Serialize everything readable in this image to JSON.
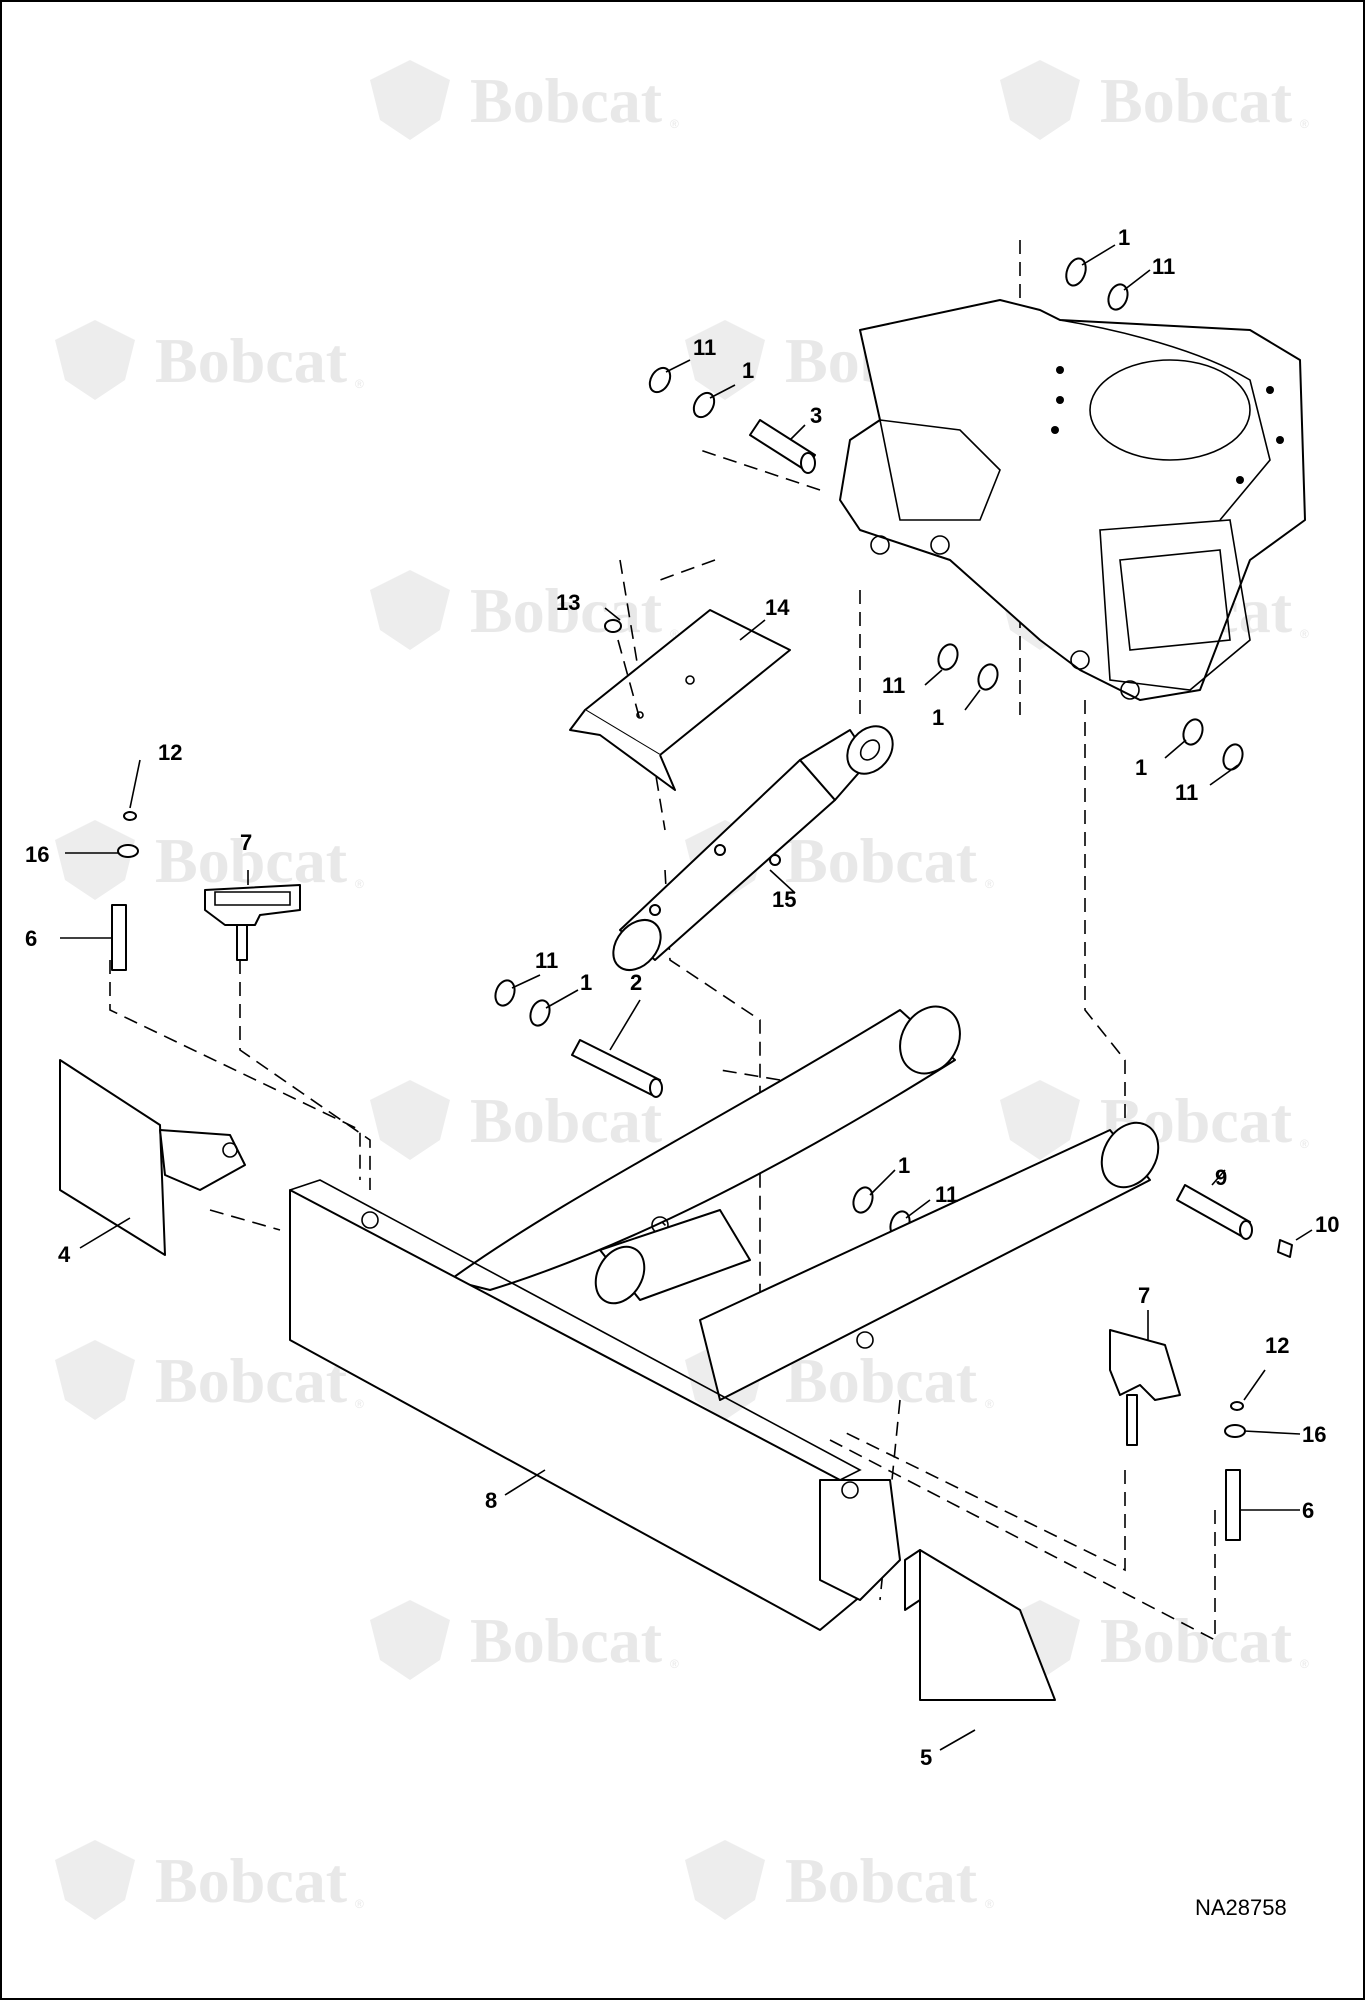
{
  "drawing": {
    "code": "NA28758",
    "watermark": {
      "brand": "Bobcat",
      "registered_mark": "®"
    },
    "callouts": [
      {
        "number": "1"
      },
      {
        "number": "11"
      },
      {
        "number": "11"
      },
      {
        "number": "1"
      },
      {
        "number": "3"
      },
      {
        "number": "13"
      },
      {
        "number": "14"
      },
      {
        "number": "11"
      },
      {
        "number": "1"
      },
      {
        "number": "1"
      },
      {
        "number": "11"
      },
      {
        "number": "12"
      },
      {
        "number": "16"
      },
      {
        "number": "6"
      },
      {
        "number": "7"
      },
      {
        "number": "15"
      },
      {
        "number": "11"
      },
      {
        "number": "1"
      },
      {
        "number": "2"
      },
      {
        "number": "1"
      },
      {
        "number": "11"
      },
      {
        "number": "9"
      },
      {
        "number": "10"
      },
      {
        "number": "4"
      },
      {
        "number": "8"
      },
      {
        "number": "7"
      },
      {
        "number": "12"
      },
      {
        "number": "16"
      },
      {
        "number": "6"
      },
      {
        "number": "5"
      }
    ]
  }
}
